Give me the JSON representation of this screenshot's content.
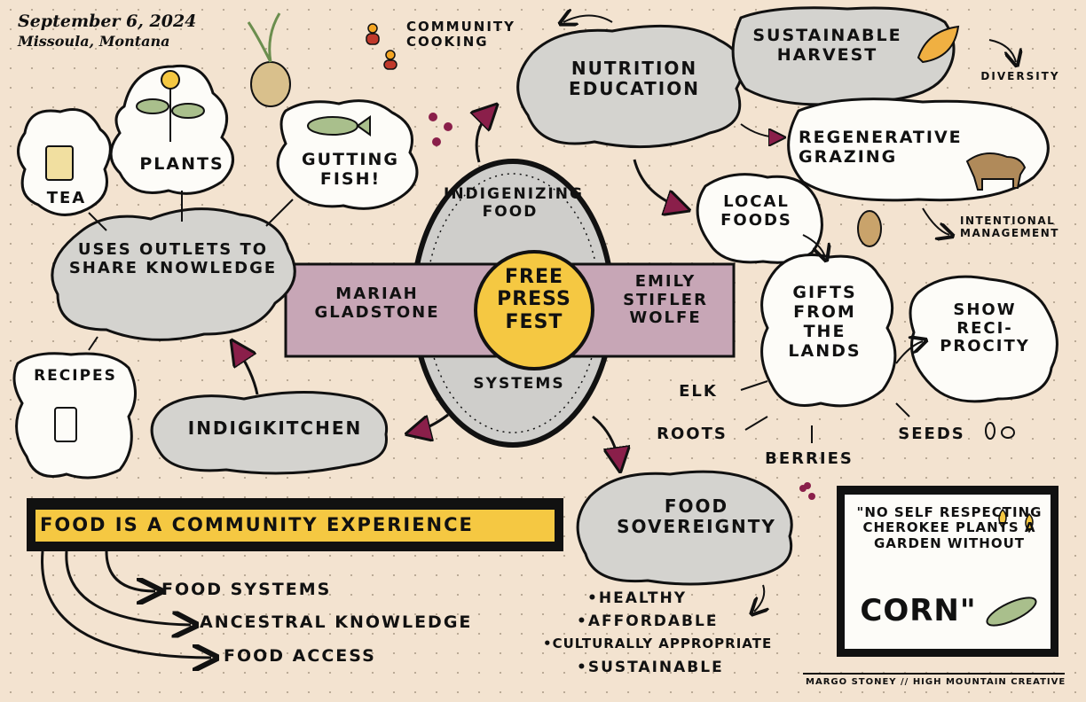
{
  "header": {
    "date": "September 6, 2024",
    "location": "Missoula, Montana"
  },
  "center": {
    "top_arc": "INDIGENIZING FOOD",
    "bottom_arc": "SYSTEMS",
    "event": "FREE PRESS FEST",
    "speaker_left": "MARIAH GLADSTONE",
    "speaker_right": "EMILY STIFLER WOLFE"
  },
  "left_cluster": {
    "tea": "TEA",
    "plants": "PLANTS",
    "gutting_fish": "GUTTING FISH!",
    "outlets": "USES OUTLETS TO SHARE KNOWLEDGE",
    "recipes": "RECIPES",
    "indigikitchen": "INDIGIKITCHEN"
  },
  "top_cluster": {
    "community_cooking": "COMMUNITY COOKING",
    "nutrition_education": "NUTRITION EDUCATION",
    "sustainable_harvest": "SUSTAINABLE HARVEST",
    "diversity": "DIVERSITY",
    "regenerative_grazing": "REGENERATIVE GRAZING",
    "intentional_management": "INTENTIONAL MANAGEMENT",
    "local_foods": "LOCAL FOODS"
  },
  "right_cluster": {
    "gifts": "GIFTS FROM THE LANDS",
    "reciprocity": "SHOW RECI-PROCITY",
    "elk": "ELK",
    "roots": "ROOTS",
    "berries": "BERRIES",
    "seeds": "SEEDS"
  },
  "sovereignty": {
    "title": "FOOD SOVEREIGNTY",
    "items": [
      "•HEALTHY",
      "•AFFORDABLE",
      "•CULTURALLY APPROPRIATE",
      "•SUSTAINABLE"
    ]
  },
  "banner": {
    "text": "FOOD IS A COMMUNITY EXPERIENCE",
    "branches": [
      "FOOD SYSTEMS",
      "ANCESTRAL KNOWLEDGE",
      "FOOD ACCESS"
    ]
  },
  "quote": {
    "line1": "\"NO SELF RESPECTING CHEROKEE PLANTS A GARDEN WITHOUT",
    "corn": "CORN\""
  },
  "credit": "MARGO STONEY // HIGH MOUNTAIN CREATIVE",
  "colors": {
    "cloud": "#d4d3cf",
    "purple": "#c7a6b6",
    "yellow": "#f5c842",
    "arrow": "#8a1f4a",
    "paper": "#f3e3d0"
  }
}
